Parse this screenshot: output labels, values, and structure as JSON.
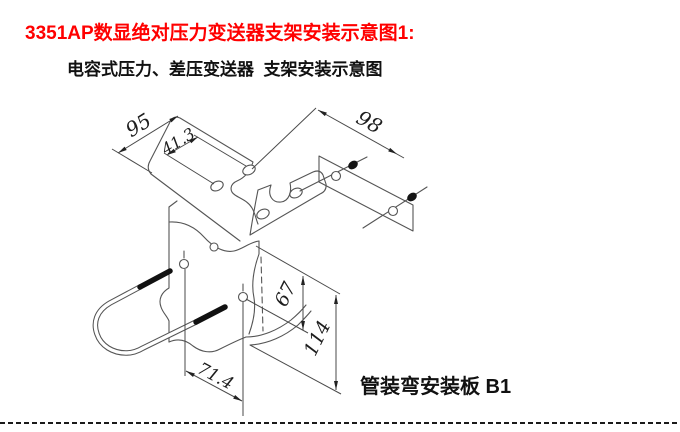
{
  "title": "3351AP数显绝对压力变送器支架安装示意图1:",
  "subtitle": "电容式压力、差压变送器  支架安装示意图",
  "diagram": {
    "caption": "管装弯安装板 B1",
    "dimension_labels": [
      "95",
      "41.3",
      "98",
      "67",
      "114",
      "71.4"
    ]
  },
  "colors": {
    "title": "#ff0000",
    "drawing_line": "#555555",
    "text": "#111111"
  }
}
